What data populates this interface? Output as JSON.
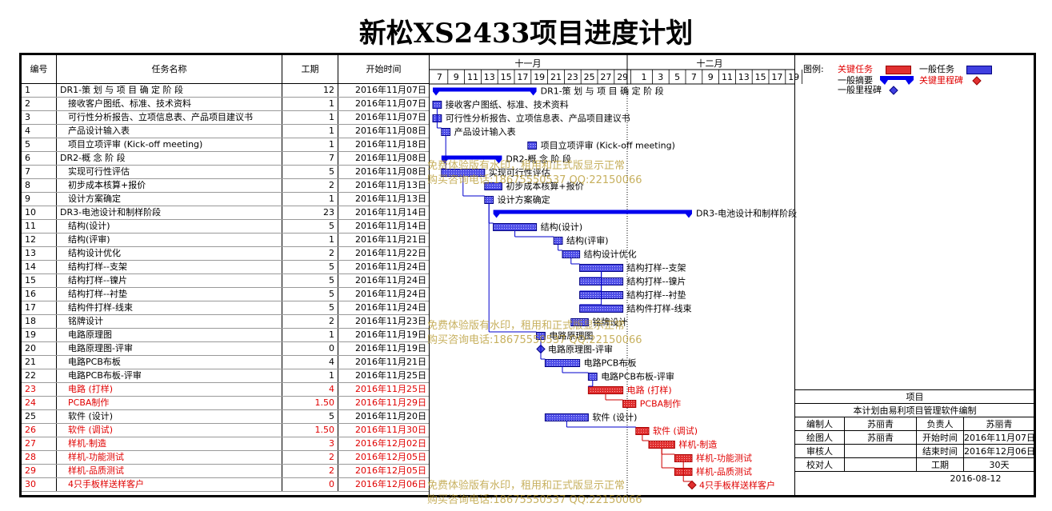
{
  "title": "新松XS2433项目进度计划",
  "columns": {
    "id": "编号",
    "name": "任务名称",
    "duration": "工期",
    "start": "开始时间"
  },
  "months": [
    "十一月",
    "十二月"
  ],
  "nov_days": [
    "7",
    "9",
    "11",
    "13",
    "15",
    "17",
    "19",
    "21",
    "23",
    "25",
    "27",
    "29"
  ],
  "dec_days": [
    "1",
    "3",
    "5",
    "7",
    "9",
    "11",
    "13",
    "15",
    "17",
    "19"
  ],
  "colors": {
    "critical": "#e00000",
    "normal": "#1a1acd",
    "summary": "#0000ee"
  },
  "tasks": [
    {
      "id": "1",
      "name": "DR1-策 划 与 项 目 确 定 阶 段",
      "duration": "12",
      "start": "2016年11月07日",
      "crit": false,
      "summary": true,
      "milestone": false,
      "s": 0,
      "d": 12,
      "indent": 0
    },
    {
      "id": "2",
      "name": "接收客户图纸、标准、技术资料",
      "duration": "1",
      "start": "2016年11月07日",
      "crit": false,
      "summary": false,
      "milestone": false,
      "s": 0,
      "d": 1,
      "indent": 1
    },
    {
      "id": "3",
      "name": "可行性分析报告、立项信息表、产品项目建议书",
      "duration": "1",
      "start": "2016年11月07日",
      "crit": false,
      "summary": false,
      "milestone": false,
      "s": 0,
      "d": 1,
      "indent": 1
    },
    {
      "id": "4",
      "name": "产品设计输入表",
      "duration": "1",
      "start": "2016年11月08日",
      "crit": false,
      "summary": false,
      "milestone": false,
      "s": 1,
      "d": 1,
      "indent": 1
    },
    {
      "id": "5",
      "name": "项目立项评审 (Kick-off meeting)",
      "duration": "1",
      "start": "2016年11月18日",
      "crit": false,
      "summary": false,
      "milestone": false,
      "s": 11,
      "d": 1,
      "indent": 1
    },
    {
      "id": "6",
      "name": "DR2-概 念 阶 段",
      "duration": "7",
      "start": "2016年11月08日",
      "crit": false,
      "summary": true,
      "milestone": false,
      "s": 1,
      "d": 7,
      "indent": 0
    },
    {
      "id": "7",
      "name": "实现可行性评估",
      "duration": "5",
      "start": "2016年11月08日",
      "crit": false,
      "summary": false,
      "milestone": false,
      "s": 1,
      "d": 5,
      "indent": 1
    },
    {
      "id": "8",
      "name": "初步成本核算+报价",
      "duration": "2",
      "start": "2016年11月13日",
      "crit": false,
      "summary": false,
      "milestone": false,
      "s": 6,
      "d": 2,
      "indent": 1
    },
    {
      "id": "9",
      "name": "设计方案确定",
      "duration": "1",
      "start": "2016年11月13日",
      "crit": false,
      "summary": false,
      "milestone": false,
      "s": 6,
      "d": 1,
      "indent": 1
    },
    {
      "id": "10",
      "name": "DR3-电池设计和制样阶段",
      "duration": "23",
      "start": "2016年11月14日",
      "crit": false,
      "summary": true,
      "milestone": false,
      "s": 7,
      "d": 23,
      "indent": 0
    },
    {
      "id": "11",
      "name": "结构(设计)",
      "duration": "5",
      "start": "2016年11月14日",
      "crit": false,
      "summary": false,
      "milestone": false,
      "s": 7,
      "d": 5,
      "indent": 1
    },
    {
      "id": "12",
      "name": "结构(评审)",
      "duration": "1",
      "start": "2016年11月21日",
      "crit": false,
      "summary": false,
      "milestone": false,
      "s": 14,
      "d": 1,
      "indent": 1
    },
    {
      "id": "13",
      "name": "结构设计优化",
      "duration": "2",
      "start": "2016年11月22日",
      "crit": false,
      "summary": false,
      "milestone": false,
      "s": 15,
      "d": 2,
      "indent": 1
    },
    {
      "id": "14",
      "name": "结构打样--支架",
      "duration": "5",
      "start": "2016年11月24日",
      "crit": false,
      "summary": false,
      "milestone": false,
      "s": 17,
      "d": 5,
      "indent": 1
    },
    {
      "id": "15",
      "name": "结构打样--镍片",
      "duration": "5",
      "start": "2016年11月24日",
      "crit": false,
      "summary": false,
      "milestone": false,
      "s": 17,
      "d": 5,
      "indent": 1
    },
    {
      "id": "16",
      "name": "结构打样--衬垫",
      "duration": "5",
      "start": "2016年11月24日",
      "crit": false,
      "summary": false,
      "milestone": false,
      "s": 17,
      "d": 5,
      "indent": 1
    },
    {
      "id": "17",
      "name": "结构件打样-线束",
      "duration": "5",
      "start": "2016年11月24日",
      "crit": false,
      "summary": false,
      "milestone": false,
      "s": 17,
      "d": 5,
      "indent": 1
    },
    {
      "id": "18",
      "name": "铭牌设计",
      "duration": "2",
      "start": "2016年11月23日",
      "crit": false,
      "summary": false,
      "milestone": false,
      "s": 16,
      "d": 2,
      "indent": 1
    },
    {
      "id": "19",
      "name": "电路原理图",
      "duration": "1",
      "start": "2016年11月19日",
      "crit": false,
      "summary": false,
      "milestone": false,
      "s": 12,
      "d": 1,
      "indent": 1
    },
    {
      "id": "20",
      "name": "电路原理图-评审",
      "duration": "0",
      "start": "2016年11月19日",
      "crit": false,
      "summary": false,
      "milestone": true,
      "s": 12.5,
      "d": 0,
      "indent": 1
    },
    {
      "id": "21",
      "name": "电路PCB布板",
      "duration": "4",
      "start": "2016年11月21日",
      "crit": false,
      "summary": false,
      "milestone": false,
      "s": 13,
      "d": 4,
      "indent": 1
    },
    {
      "id": "22",
      "name": "电路PCB布板-评审",
      "duration": "1",
      "start": "2016年11月25日",
      "crit": false,
      "summary": false,
      "milestone": false,
      "s": 18,
      "d": 1,
      "indent": 1
    },
    {
      "id": "23",
      "name": "电路 (打样)",
      "duration": "4",
      "start": "2016年11月25日",
      "crit": true,
      "summary": false,
      "milestone": false,
      "s": 18,
      "d": 4,
      "indent": 1
    },
    {
      "id": "24",
      "name": "PCBA制作",
      "duration": "1.50",
      "start": "2016年11月29日",
      "crit": true,
      "summary": false,
      "milestone": false,
      "s": 22,
      "d": 1.5,
      "indent": 1
    },
    {
      "id": "25",
      "name": "软件 (设计)",
      "duration": "5",
      "start": "2016年11月20日",
      "crit": false,
      "summary": false,
      "milestone": false,
      "s": 13,
      "d": 5,
      "indent": 1
    },
    {
      "id": "26",
      "name": "软件 (调试)",
      "duration": "1.50",
      "start": "2016年11月30日",
      "crit": true,
      "summary": false,
      "milestone": false,
      "s": 23.5,
      "d": 1.5,
      "indent": 1
    },
    {
      "id": "27",
      "name": "样机-制造",
      "duration": "3",
      "start": "2016年12月02日",
      "crit": true,
      "summary": false,
      "milestone": false,
      "s": 25,
      "d": 3,
      "indent": 1
    },
    {
      "id": "28",
      "name": "样机-功能测试",
      "duration": "2",
      "start": "2016年12月05日",
      "crit": true,
      "summary": false,
      "milestone": false,
      "s": 28,
      "d": 2,
      "indent": 1
    },
    {
      "id": "29",
      "name": "样机-品质测试",
      "duration": "2",
      "start": "2016年12月05日",
      "crit": true,
      "summary": false,
      "milestone": false,
      "s": 28,
      "d": 2,
      "indent": 1
    },
    {
      "id": "30",
      "name": "4只手板样送样客户",
      "duration": "0",
      "start": "2016年12月06日",
      "crit": true,
      "summary": false,
      "milestone": true,
      "s": 30,
      "d": 0,
      "indent": 1
    }
  ],
  "legend": {
    "title": "图例:",
    "critical_task": "关键任务",
    "normal_task": "一般任务",
    "normal_summary": "一般摘要",
    "critical_milestone": "关键里程碑",
    "normal_milestone": "一般里程碑"
  },
  "info": {
    "project_label": "项目",
    "compiled_by": "本计划由易利项目管理软件编制",
    "editor_label": "编制人",
    "editor": "苏丽青",
    "owner_label": "负责人",
    "owner": "苏丽青",
    "drawer_label": "绘图人",
    "drawer": "苏丽青",
    "start_label": "开始时间",
    "start": "2016年11月07日",
    "reviewer_label": "审核人",
    "reviewer": "",
    "end_label": "结束时间",
    "end": "2016年12月06日",
    "checker_label": "校对人",
    "checker": "",
    "duration_label": "工期",
    "duration": "30天",
    "date": "2016-08-12"
  },
  "watermark": {
    "line1": "免费体验版有水印，租用和正式版显示正常",
    "line2": "购买咨询电话:18675550537 QQ:22150066"
  }
}
